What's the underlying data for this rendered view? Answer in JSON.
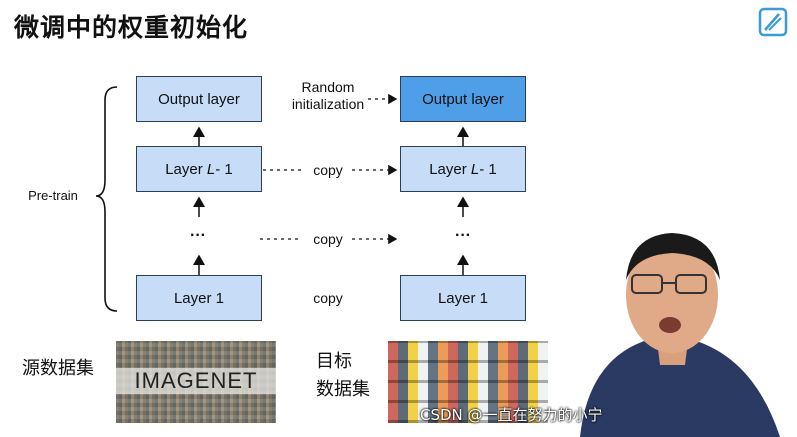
{
  "title": "微调中的权重初始化",
  "left_column": {
    "output": "Output layer",
    "layer_l1_prefix": "Layer ",
    "layer_l1_var": "L",
    "layer_l1_suffix": " - 1",
    "layer1": "Layer 1",
    "dots": "···"
  },
  "right_column": {
    "output": "Output layer",
    "layer_l1_prefix": "Layer ",
    "layer_l1_var": "L",
    "layer_l1_suffix": " - 1",
    "layer1": "Layer 1",
    "dots": "···"
  },
  "labels": {
    "random_line1": "Random",
    "random_line2": "initialization",
    "copy": "copy",
    "pretrain": "Pre-train"
  },
  "datasets": {
    "source": "源数据集",
    "target_line1": "目标",
    "target_line2": "数据集",
    "imagenet": "IMAGENET"
  },
  "watermark": "CSDN @一直在努力的小宁",
  "colors": {
    "box_light": "#c7dcf7",
    "box_dark": "#4f9ee8",
    "outline": "#2d3f57"
  }
}
